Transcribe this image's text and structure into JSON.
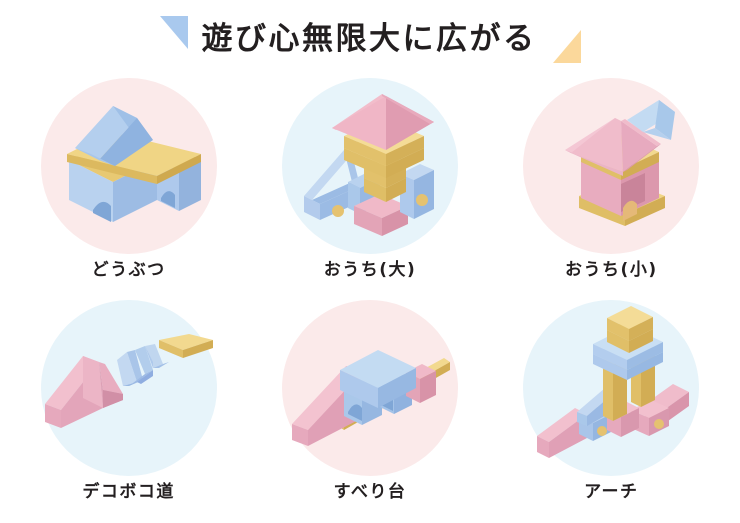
{
  "header": {
    "title": "遊び心無限大に広がる",
    "left_triangle_color": "#a9c9ee",
    "right_triangle_color": "#fbd89b",
    "left_triangle_icon": "triangle-blue-icon",
    "right_triangle_icon": "triangle-orange-icon"
  },
  "palette": {
    "disc_pink": "#fbeaea",
    "disc_blue": "#e7f4fa",
    "block_blue_light": "#c0d6ef",
    "block_blue_mid": "#a8c4e6",
    "block_blue_dark": "#8fb0d8",
    "block_yellow_light": "#f2d98f",
    "block_yellow_mid": "#e8c973",
    "block_yellow_dark": "#d9b75c",
    "block_pink_light": "#f3bfcd",
    "block_pink_mid": "#eaa9bc",
    "block_pink_dark": "#dd93a9",
    "text": "#231f20"
  },
  "items": [
    {
      "id": "doubutsu",
      "label": "どうぶつ",
      "disc_color": "#fbeaea",
      "art": "animal-blocks"
    },
    {
      "id": "ouchi-dai",
      "label": "おうち(大)",
      "disc_color": "#e7f4fa",
      "art": "big-house-blocks"
    },
    {
      "id": "ouchi-sho",
      "label": "おうち(小)",
      "disc_color": "#fbeaea",
      "art": "small-house-blocks"
    },
    {
      "id": "dekoboko-michi",
      "label": "デコボコ道",
      "disc_color": "#e7f4fa",
      "art": "bumpy-road-blocks"
    },
    {
      "id": "suberidai",
      "label": "すべり台",
      "disc_color": "#fbeaea",
      "art": "slide-blocks"
    },
    {
      "id": "archi",
      "label": "アーチ",
      "disc_color": "#e7f4fa",
      "art": "arch-blocks"
    }
  ]
}
